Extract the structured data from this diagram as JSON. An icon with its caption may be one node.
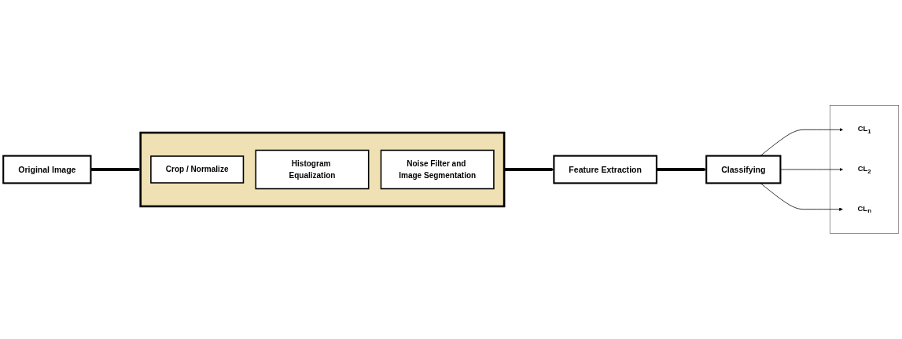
{
  "diagram": {
    "nodes": [
      {
        "text": [
          "Original Image"
        ]
      },
      {
        "text": [],
        "shape": "box"
      },
      {
        "text": [
          "Crop / Normalize"
        ],
        "in": 1
      },
      {
        "text": [
          "Histogram Equalization"
        ],
        "in": 1
      },
      {
        "text": [
          "Noise Filter and Image Segmentation"
        ],
        "in": 1
      },
      {
        "text": [
          "Feature Extraction"
        ]
      },
      {
        "text": [
          "Classifying"
        ]
      },
      {
        "text": [],
        "shape": "box"
      },
      {
        "text": [
          "CL$_{1}$"
        ],
        "in": 7
      },
      {
        "text": [
          "CL$_{2}$"
        ],
        "in": 7
      },
      {
        "text": [
          "CL$_{n}$"
        ],
        "in": 7
      }
    ],
    "edges": [
      {
        "from": 0,
        "to": 1,
        "arrow": "to",
        "style": "thick"
      },
      {
        "from": 1,
        "to": 5,
        "arrow": "to",
        "style": "thick"
      },
      {
        "from": 5,
        "to": 6,
        "arrow": "to",
        "style": "thick"
      },
      {
        "from": 6,
        "to": 8,
        "arrow": "to"
      },
      {
        "from": 6,
        "to": 9,
        "arrow": "to"
      },
      {
        "from": 6,
        "to": 10,
        "arrow": "to"
      }
    ]
  }
}
